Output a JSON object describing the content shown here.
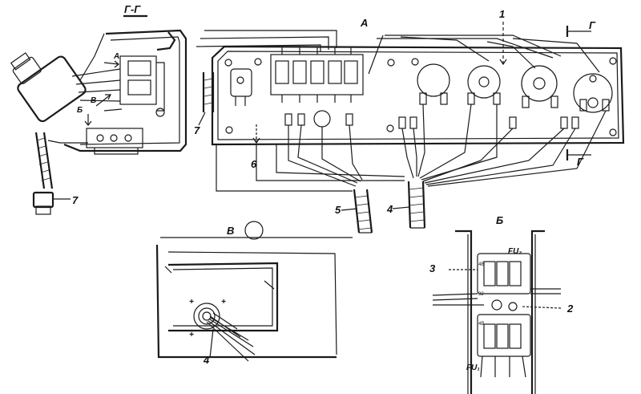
{
  "labels": {
    "section_gg": "Г-Г",
    "view_a": "А",
    "view_a_small": "А",
    "view_b_small": "Б",
    "view_v_small": "В",
    "cut_mark_top": "Г",
    "cut_mark_bottom": "Г",
    "view_v": "В",
    "view_b": "Б",
    "fu2": "FU₂",
    "fu1": "FU₁",
    "callout_1": "1",
    "callout_2": "2",
    "callout_3": "3",
    "callout_4_main": "4",
    "callout_4_view": "4",
    "callout_5": "5",
    "callout_6": "6",
    "callout_7_left": "7",
    "callout_7_section": "7"
  }
}
